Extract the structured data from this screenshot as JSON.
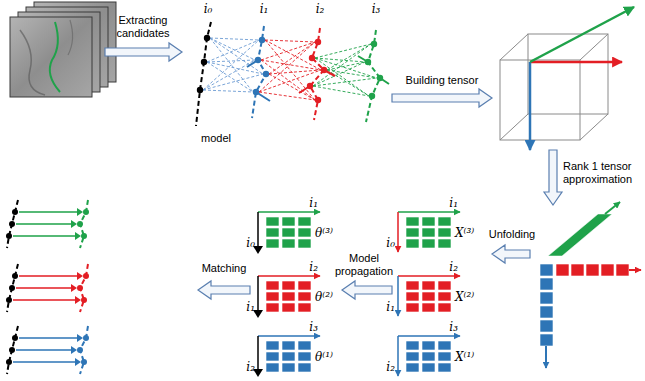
{
  "diagram": {
    "labels": [
      "Extracting candidates",
      "model",
      "i₀",
      "i₁",
      "i₂",
      "i₃",
      "Building tensor",
      "Rank 1 tensor approximation",
      "Unfolding",
      "Model propagation",
      "Matching",
      "i₁",
      "i₀",
      "X⁽³⁾",
      "i₂",
      "i₁",
      "X⁽²⁾",
      "i₃",
      "i₂",
      "X⁽¹⁾",
      "i₁",
      "i₀",
      "θ⁽³⁾",
      "i₂",
      "i₁",
      "θ⁽²⁾",
      "i₃",
      "i₂",
      "θ⁽¹⁾"
    ]
  }
}
